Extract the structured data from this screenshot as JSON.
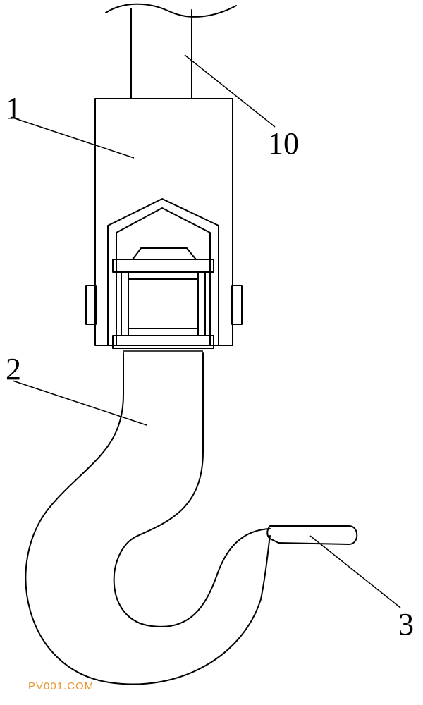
{
  "figure": {
    "labels": [
      {
        "id": "1",
        "text": "1"
      },
      {
        "id": "10",
        "text": "10"
      },
      {
        "id": "2",
        "text": "2"
      },
      {
        "id": "3",
        "text": "3"
      }
    ],
    "watermark": "PV001.COM"
  }
}
